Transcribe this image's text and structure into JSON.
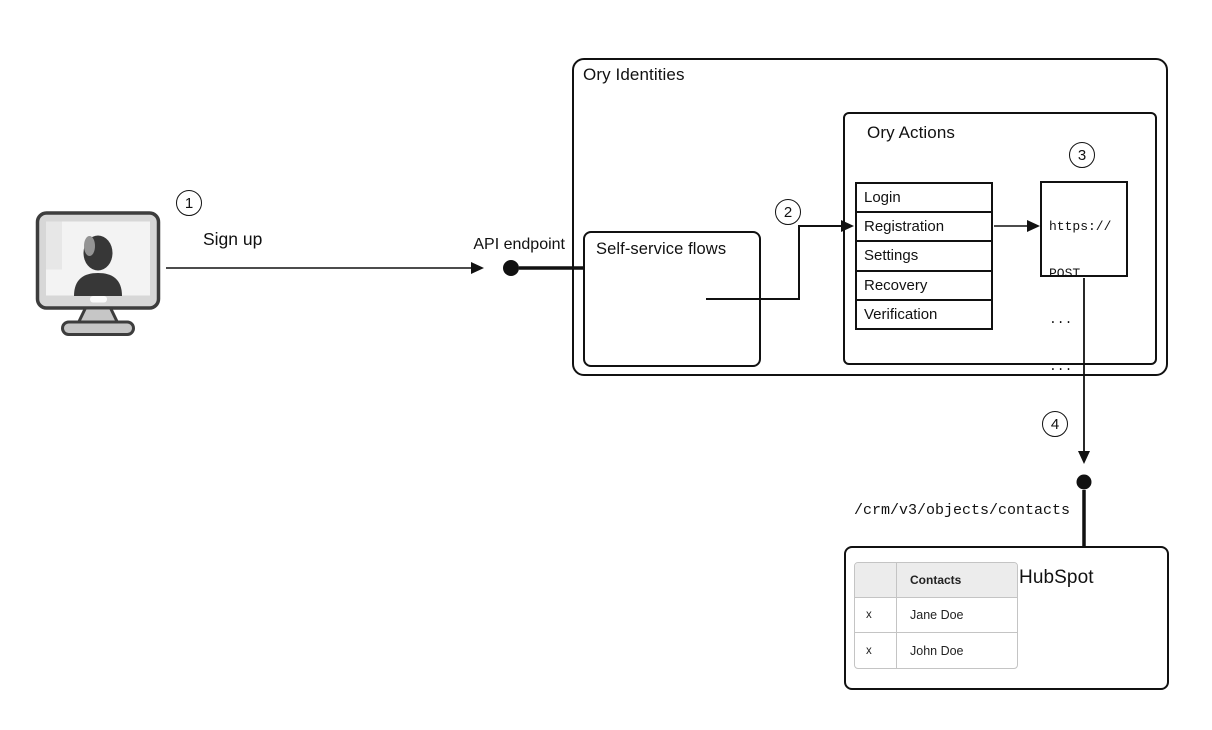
{
  "theme": {
    "line_color": "#111111",
    "canvas_bg": "#ffffff",
    "table_border": "#c4c4c4",
    "table_header_bg": "#ececec",
    "icon_frame": "#d7d7d7",
    "icon_screen": "#f3f3f3",
    "icon_silhouette": "#373737",
    "icon_highlight": "#949494",
    "icon_stand": "#c6c6c6",
    "icon_stroke": "#3d3d3d"
  },
  "steps": [
    "1",
    "2",
    "3",
    "4"
  ],
  "actors": {
    "user_device": {
      "icon": "monitor-user-icon"
    }
  },
  "labels": {
    "sign_up": "Sign up",
    "api_endpoint": "API endpoint",
    "crm_endpoint_path": "/crm/v3/objects/contacts"
  },
  "ory_identities": {
    "title": "Ory Identities",
    "self_service_flows": {
      "title": "Self-service flows"
    },
    "ory_actions": {
      "title": "Ory Actions",
      "flows": [
        "Login",
        "Registration",
        "Settings",
        "Recovery",
        "Verification"
      ],
      "webhook_request": {
        "lines": [
          "https://",
          "POST",
          "...",
          "..."
        ]
      }
    }
  },
  "hubspot": {
    "title": "HubSpot",
    "contacts_table": {
      "headers": [
        "",
        "Contacts"
      ],
      "rows": [
        [
          "x",
          "Jane Doe"
        ],
        [
          "x",
          "John Doe"
        ]
      ]
    }
  }
}
